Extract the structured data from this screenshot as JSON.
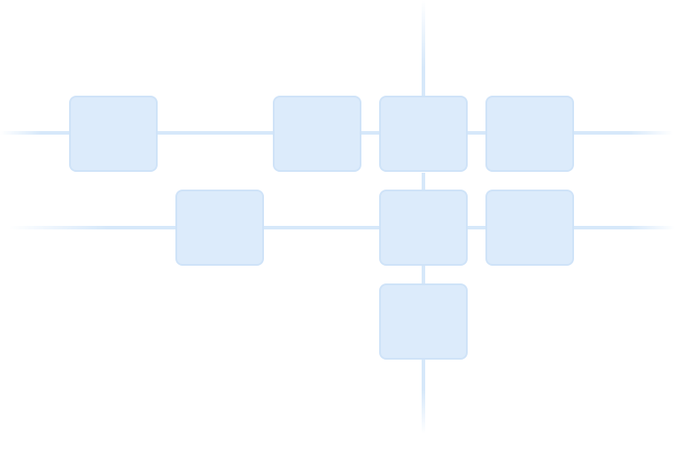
{
  "colors": {
    "background": "#ffffff",
    "node_fill": "#dcebfb",
    "node_border": "#cfe3f8",
    "connector": "#d6e8fa"
  },
  "graph": {
    "nodes": [
      "n1",
      "n2",
      "n3",
      "n4",
      "n5",
      "n6",
      "n7",
      "n8"
    ],
    "edges": [
      [
        "n1",
        "n2"
      ],
      [
        "n2",
        "n3"
      ],
      [
        "n3",
        "n4"
      ],
      [
        "n5",
        "n6"
      ],
      [
        "n6",
        "n7"
      ],
      [
        "n3",
        "n6"
      ],
      [
        "n6",
        "n8"
      ]
    ]
  }
}
